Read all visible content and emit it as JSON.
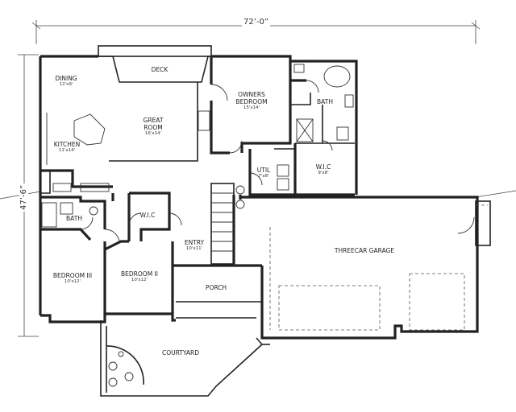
{
  "dimensions": {
    "width": "72’-0”",
    "depth": "47’-6”"
  },
  "rooms": {
    "dining": {
      "name": "DINING",
      "size": "12'x9'"
    },
    "deck": {
      "name": "DECK"
    },
    "great_room": {
      "name": "GREAT ROOM",
      "size": "16'x14'"
    },
    "kitchen": {
      "name": "KITCHEN",
      "size": "11'x14'"
    },
    "owners_bedroom": {
      "name": "OWNERS BEDROOM",
      "size": "15'x14'"
    },
    "owners_bath": {
      "name": "BATH"
    },
    "owners_wic": {
      "name": "W.I.C",
      "size": "9'x8'"
    },
    "util": {
      "name": "UTIL",
      "size": "7'x8'"
    },
    "hall_bath": {
      "name": "BATH"
    },
    "wic": {
      "name": "W.I.C"
    },
    "entry": {
      "name": "ENTRY",
      "size": "10'x11'"
    },
    "bedroom3": {
      "name": "BEDROOM III",
      "size": "10'x12'"
    },
    "bedroom2": {
      "name": "BEDROOM II",
      "size": "10'x12'"
    },
    "porch": {
      "name": "PORCH"
    },
    "garage": {
      "name": "THREECAR GARAGE"
    },
    "courtyard": {
      "name": "COURTYARD"
    }
  }
}
